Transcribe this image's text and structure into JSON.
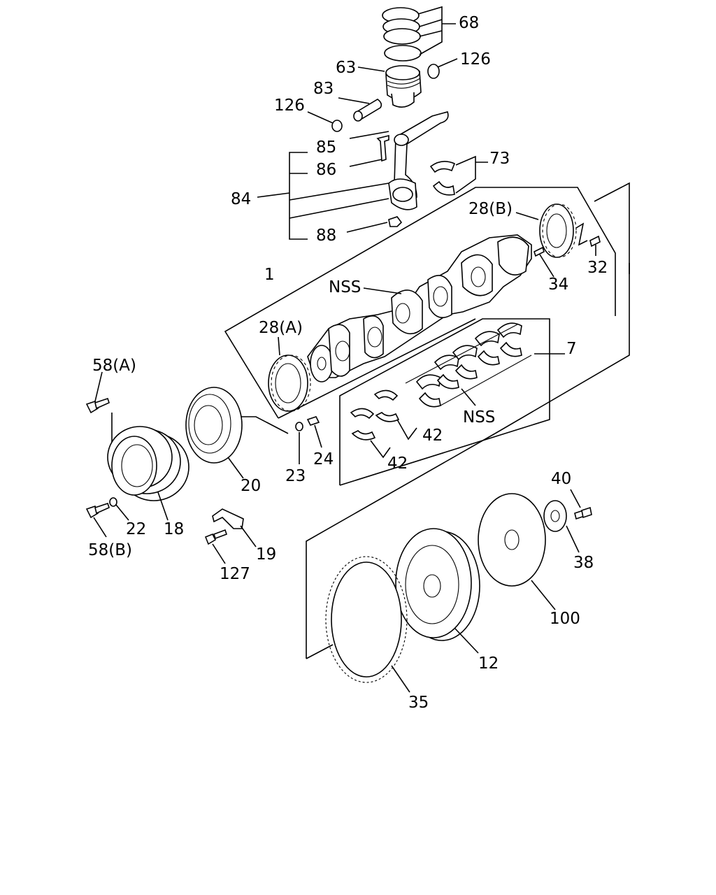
{
  "colors": {
    "ink": "#000000",
    "paper": "#ffffff"
  },
  "callouts": [
    {
      "id": "68",
      "text": "68"
    },
    {
      "id": "126-top",
      "text": "126"
    },
    {
      "id": "63",
      "text": "63"
    },
    {
      "id": "83",
      "text": "83"
    },
    {
      "id": "126-left",
      "text": "126"
    },
    {
      "id": "85",
      "text": "85"
    },
    {
      "id": "73",
      "text": "73"
    },
    {
      "id": "86",
      "text": "86"
    },
    {
      "id": "84",
      "text": "84"
    },
    {
      "id": "28b",
      "text": "28(B)"
    },
    {
      "id": "88",
      "text": "88"
    },
    {
      "id": "32",
      "text": "32"
    },
    {
      "id": "1",
      "text": "1"
    },
    {
      "id": "nss-crank",
      "text": "NSS"
    },
    {
      "id": "34",
      "text": "34"
    },
    {
      "id": "28a",
      "text": "28(A)"
    },
    {
      "id": "7",
      "text": "7"
    },
    {
      "id": "58a",
      "text": "58(A)"
    },
    {
      "id": "nss-bearing",
      "text": "NSS"
    },
    {
      "id": "42-upper",
      "text": "42"
    },
    {
      "id": "24",
      "text": "24"
    },
    {
      "id": "42-lower",
      "text": "42"
    },
    {
      "id": "23",
      "text": "23"
    },
    {
      "id": "20",
      "text": "20"
    },
    {
      "id": "40",
      "text": "40"
    },
    {
      "id": "22",
      "text": "22"
    },
    {
      "id": "18",
      "text": "18"
    },
    {
      "id": "38",
      "text": "38"
    },
    {
      "id": "58b",
      "text": "58(B)"
    },
    {
      "id": "19",
      "text": "19"
    },
    {
      "id": "127",
      "text": "127"
    },
    {
      "id": "100",
      "text": "100"
    },
    {
      "id": "12",
      "text": "12"
    },
    {
      "id": "35",
      "text": "35"
    }
  ]
}
